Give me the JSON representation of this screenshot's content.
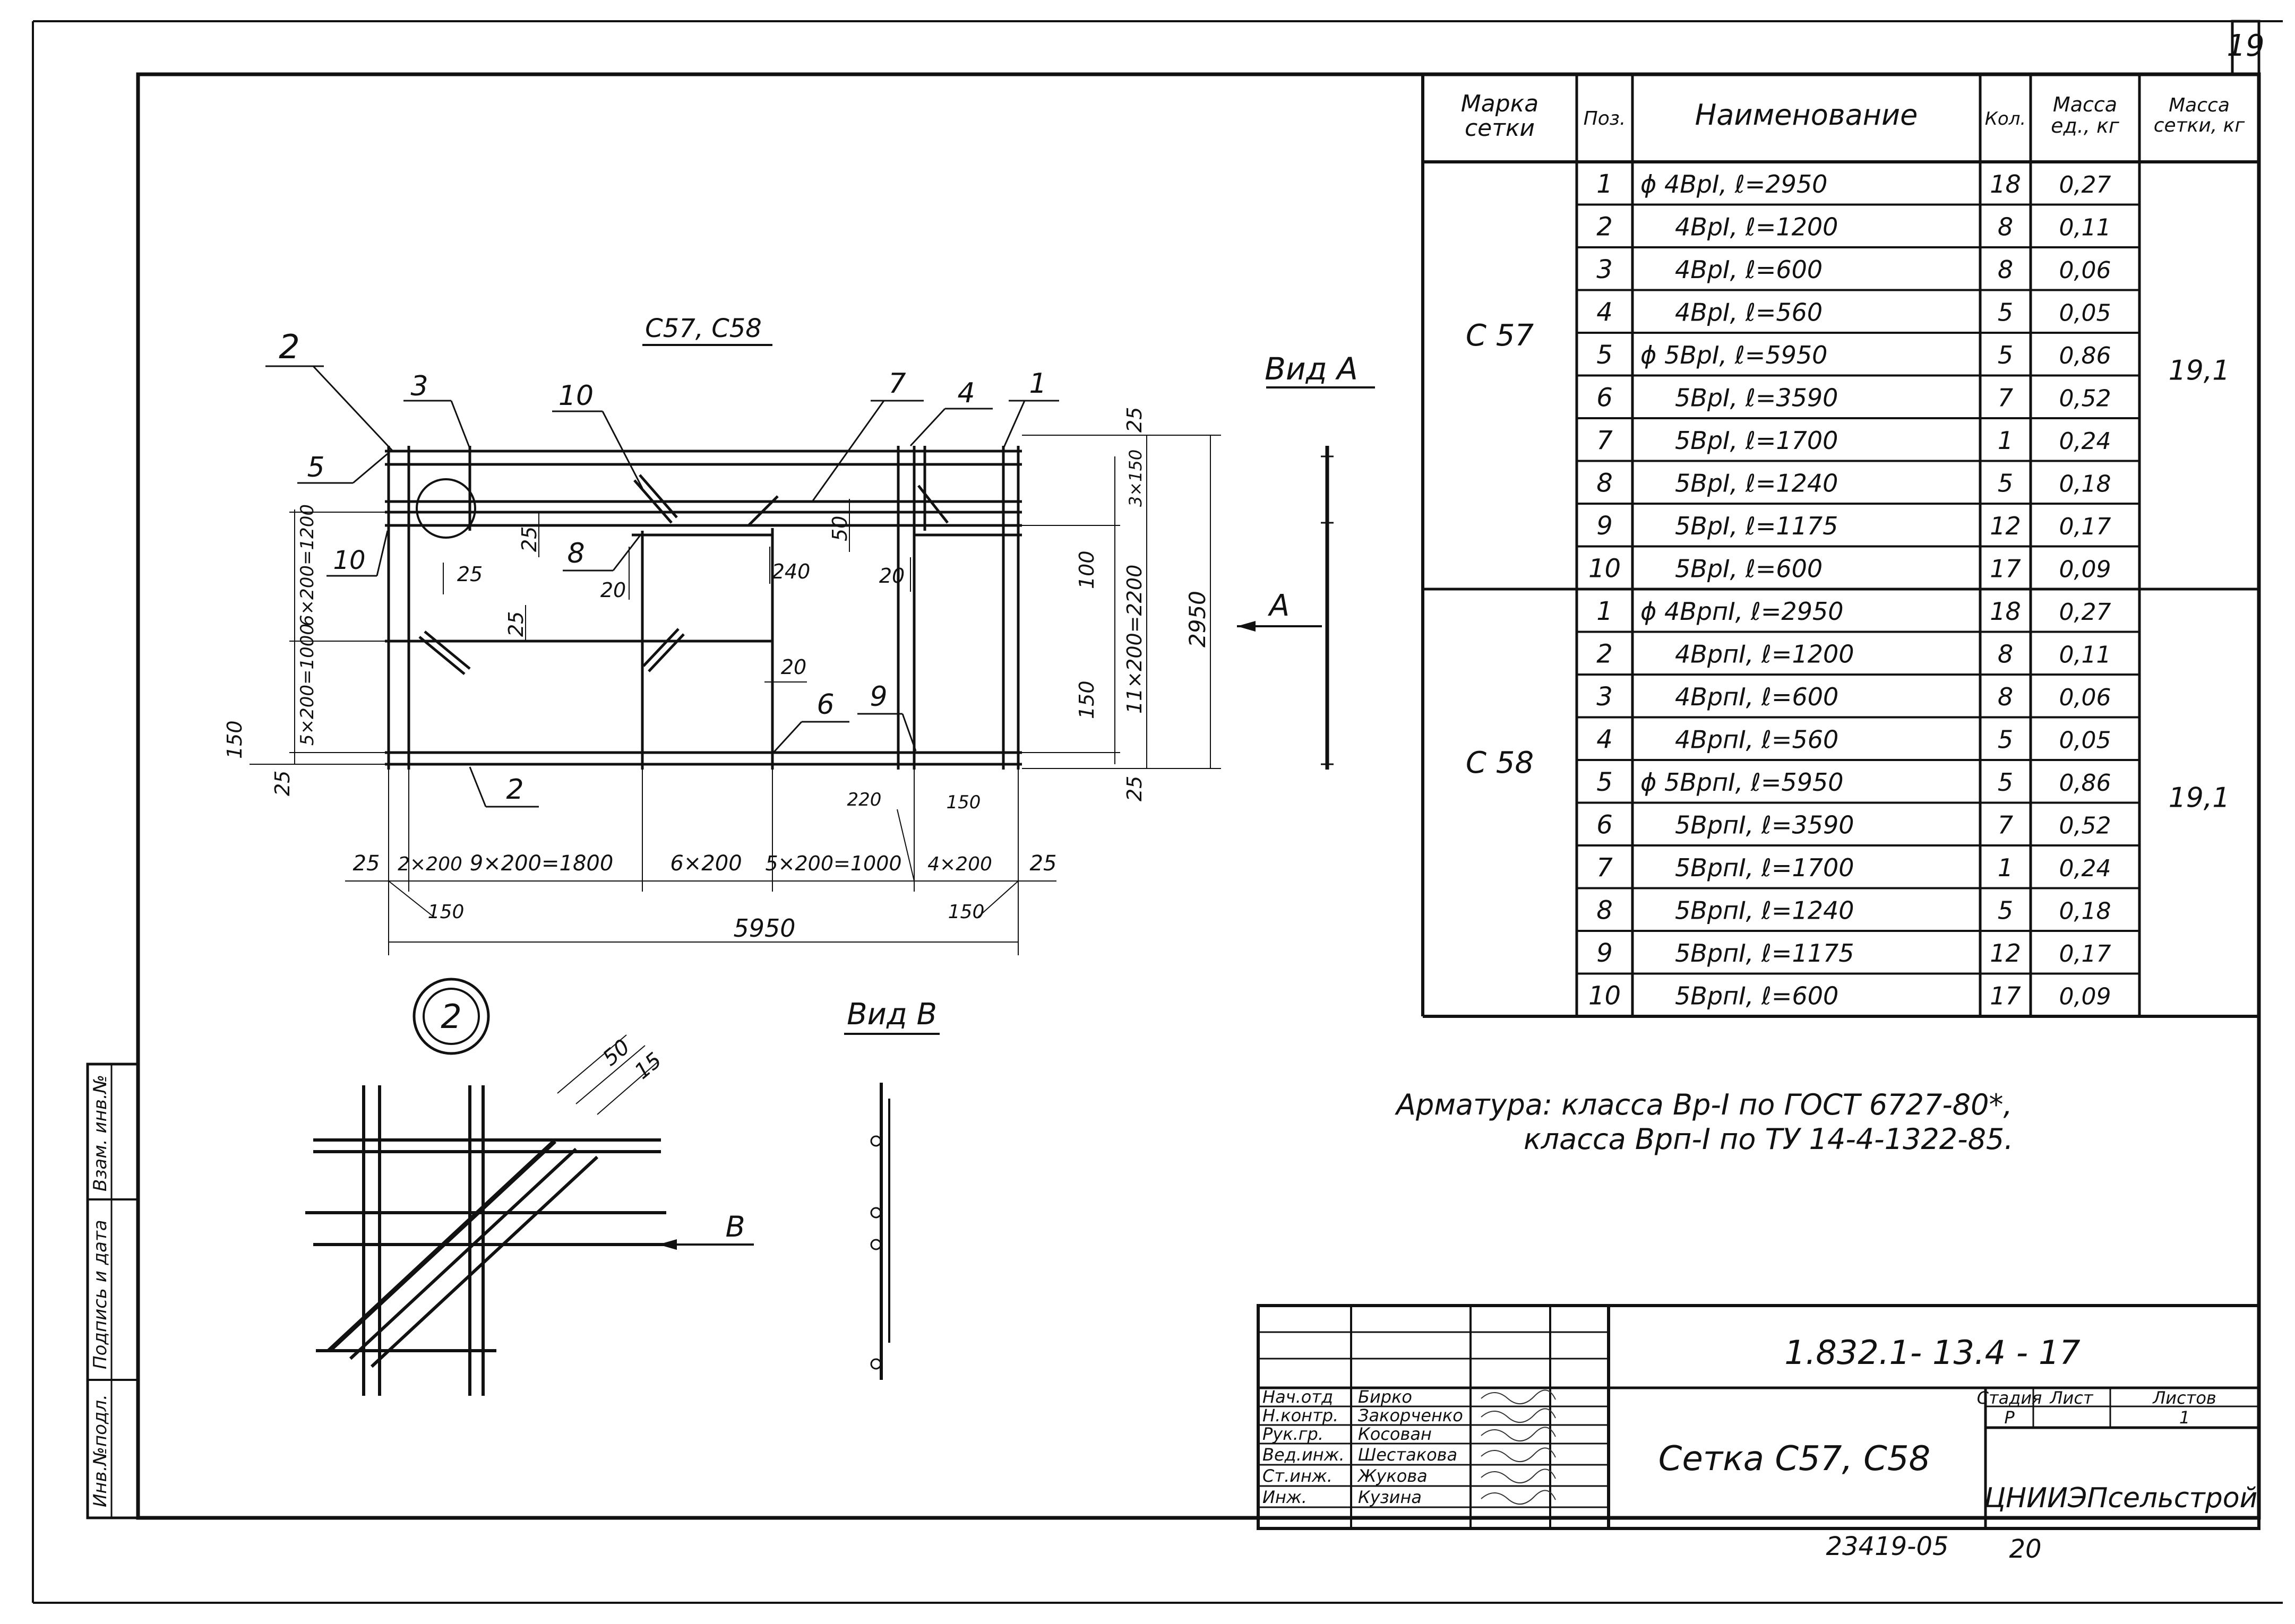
{
  "sheet": {
    "page_number": "19",
    "bottom_code": "23419-05",
    "bottom_num": "20",
    "doc_code": "1.832.1- 13.4 - 17",
    "doc_title": "Сетка С57, С58",
    "org": "ЦНИИЭПсельстрой"
  },
  "left_stamp": [
    "Инв.№подл.",
    "Подпись и дата",
    "Взам. инв.№"
  ],
  "plan": {
    "title": "С57, С58",
    "callouts": [
      "2",
      "3",
      "5",
      "10",
      "7",
      "4",
      "1",
      "10",
      "8",
      "6",
      "9",
      "2"
    ],
    "dims_bottom": [
      "25",
      "2×200",
      "9×200=1800",
      "6×200",
      "5×200=1000",
      "220",
      "150",
      "4×200",
      "25",
      "150",
      "150",
      "5950"
    ],
    "dims_inner": [
      "25",
      "25",
      "25",
      "20",
      "240",
      "50",
      "20",
      "20"
    ],
    "dims_left": [
      "6×200=1200",
      "5×200=1000",
      "150",
      "25"
    ],
    "dims_right": [
      "25",
      "3×150",
      "100",
      "11×200=2200",
      "150",
      "25",
      "2950"
    ],
    "view_a_label": "Вид А",
    "arrow_a": "А"
  },
  "detail": {
    "circle_label": "2",
    "dims": [
      "50",
      "15"
    ],
    "arrow_b": "В",
    "view_b_label": "Вид В"
  },
  "spec_table": {
    "headers": [
      "Марка сетки",
      "Поз.",
      "Наименование",
      "Кол.",
      "Масса ед., кг",
      "Масса сетки, кг"
    ],
    "groups": [
      {
        "mark": "С 57",
        "total": "19,1",
        "rows": [
          {
            "pos": "1",
            "name": "ϕ 4ВрI,   ℓ=2950",
            "qty": "18",
            "mass": "0,27"
          },
          {
            "pos": "2",
            "name": "4ВрI,   ℓ=1200",
            "qty": "8",
            "mass": "0,11"
          },
          {
            "pos": "3",
            "name": "4ВрI,   ℓ=600",
            "qty": "8",
            "mass": "0,06"
          },
          {
            "pos": "4",
            "name": "4ВрI,   ℓ=560",
            "qty": "5",
            "mass": "0,05"
          },
          {
            "pos": "5",
            "name": "ϕ 5ВрI,   ℓ=5950",
            "qty": "5",
            "mass": "0,86"
          },
          {
            "pos": "6",
            "name": "5ВрI,   ℓ=3590",
            "qty": "7",
            "mass": "0,52"
          },
          {
            "pos": "7",
            "name": "5ВрI,   ℓ=1700",
            "qty": "1",
            "mass": "0,24"
          },
          {
            "pos": "8",
            "name": "5ВрI,   ℓ=1240",
            "qty": "5",
            "mass": "0,18"
          },
          {
            "pos": "9",
            "name": "5ВрI,   ℓ=1175",
            "qty": "12",
            "mass": "0,17"
          },
          {
            "pos": "10",
            "name": "5ВрI,   ℓ=600",
            "qty": "17",
            "mass": "0,09"
          }
        ]
      },
      {
        "mark": "С 58",
        "total": "19,1",
        "rows": [
          {
            "pos": "1",
            "name": "ϕ 4ВрпI, ℓ=2950",
            "qty": "18",
            "mass": "0,27"
          },
          {
            "pos": "2",
            "name": "4ВрпI, ℓ=1200",
            "qty": "8",
            "mass": "0,11"
          },
          {
            "pos": "3",
            "name": "4ВрпI, ℓ=600",
            "qty": "8",
            "mass": "0,06"
          },
          {
            "pos": "4",
            "name": "4ВрпI, ℓ=560",
            "qty": "5",
            "mass": "0,05"
          },
          {
            "pos": "5",
            "name": "ϕ 5ВрпI, ℓ=5950",
            "qty": "5",
            "mass": "0,86"
          },
          {
            "pos": "6",
            "name": "5ВрпI, ℓ=3590",
            "qty": "7",
            "mass": "0,52"
          },
          {
            "pos": "7",
            "name": "5ВрпI, ℓ=1700",
            "qty": "1",
            "mass": "0,24"
          },
          {
            "pos": "8",
            "name": "5ВрпI, ℓ=1240",
            "qty": "5",
            "mass": "0,18"
          },
          {
            "pos": "9",
            "name": "5ВрпI, ℓ=1175",
            "qty": "12",
            "mass": "0,17"
          },
          {
            "pos": "10",
            "name": "5ВрпI, ℓ=600",
            "qty": "17",
            "mass": "0,09"
          }
        ]
      }
    ]
  },
  "notes": {
    "line1": "Арматура: класса Вр-I по ГОСТ 6727-80*,",
    "line2": "класса Врп-I по ТУ 14-4-1322-85."
  },
  "title_block": {
    "roles": [
      "Нач.отд",
      "Н.контр.",
      "Рук.гр.",
      "Вед.инж.",
      "Ст.инж.",
      "Инж."
    ],
    "names": [
      "Бирко",
      "Закорченко",
      "Косован",
      "Шестакова",
      "Жукова",
      "Кузина"
    ],
    "stage_labels": [
      "Стадия",
      "Лист",
      "Листов"
    ],
    "stage_values": [
      "Р",
      "",
      "1"
    ]
  }
}
